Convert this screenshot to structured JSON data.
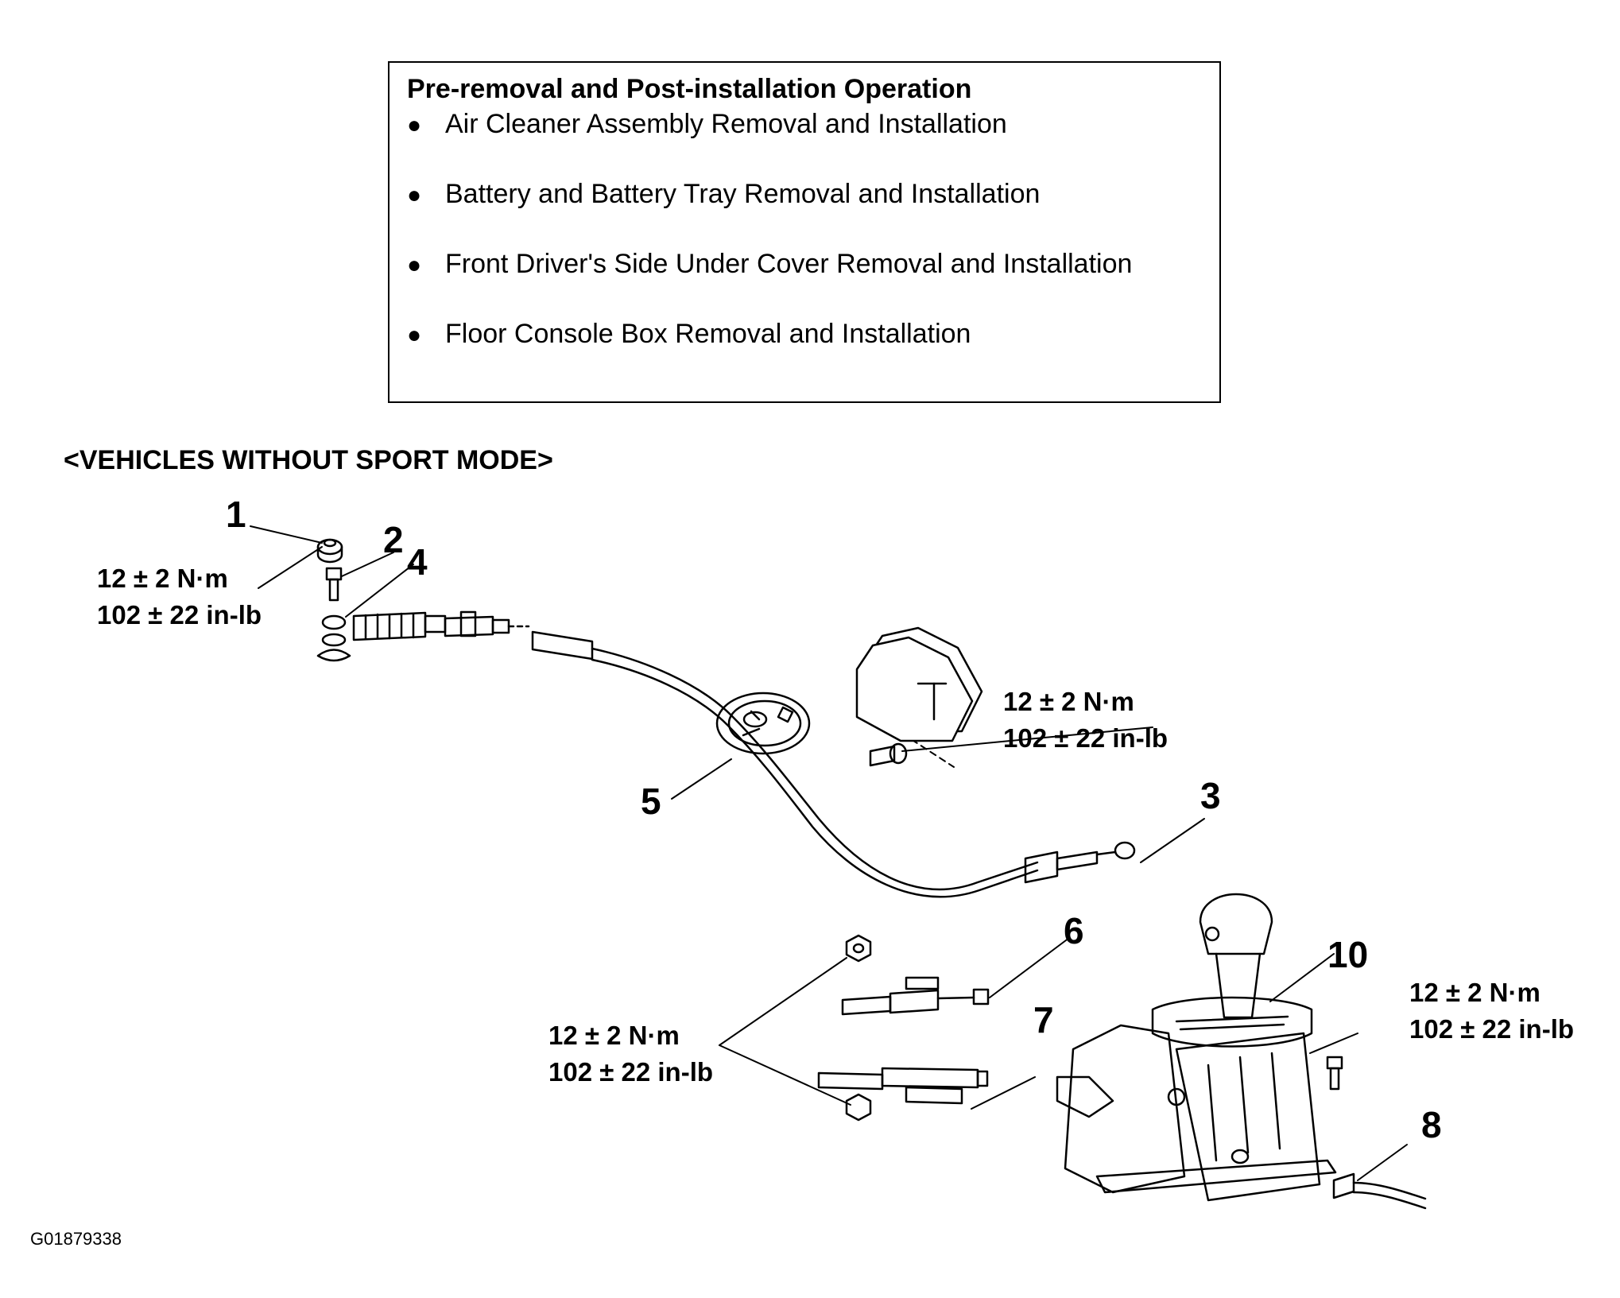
{
  "operations": {
    "title": "Pre-removal and Post-installation Operation",
    "items": [
      "Air Cleaner Assembly Removal and Installation",
      "Battery and Battery Tray Removal and Installation",
      "Front Driver's Side Under Cover Removal and Installation",
      "Floor Console Box Removal and Installation"
    ]
  },
  "section_label": "<VEHICLES WITHOUT SPORT MODE>",
  "callouts": [
    "1",
    "2",
    "3",
    "4",
    "5",
    "6",
    "7",
    "8",
    "10"
  ],
  "torque_specs": [
    {
      "metric": "12 ± 2 N·m",
      "imperial": "102 ± 22 in-lb"
    },
    {
      "metric": "12 ± 2 N·m",
      "imperial": "102 ± 22 in-lb"
    },
    {
      "metric": "12 ± 2 N·m",
      "imperial": "102 ± 22 in-lb"
    },
    {
      "metric": "12 ± 2 N·m",
      "imperial": "102 ± 22 in-lb"
    }
  ],
  "figure_id": "G01879338"
}
